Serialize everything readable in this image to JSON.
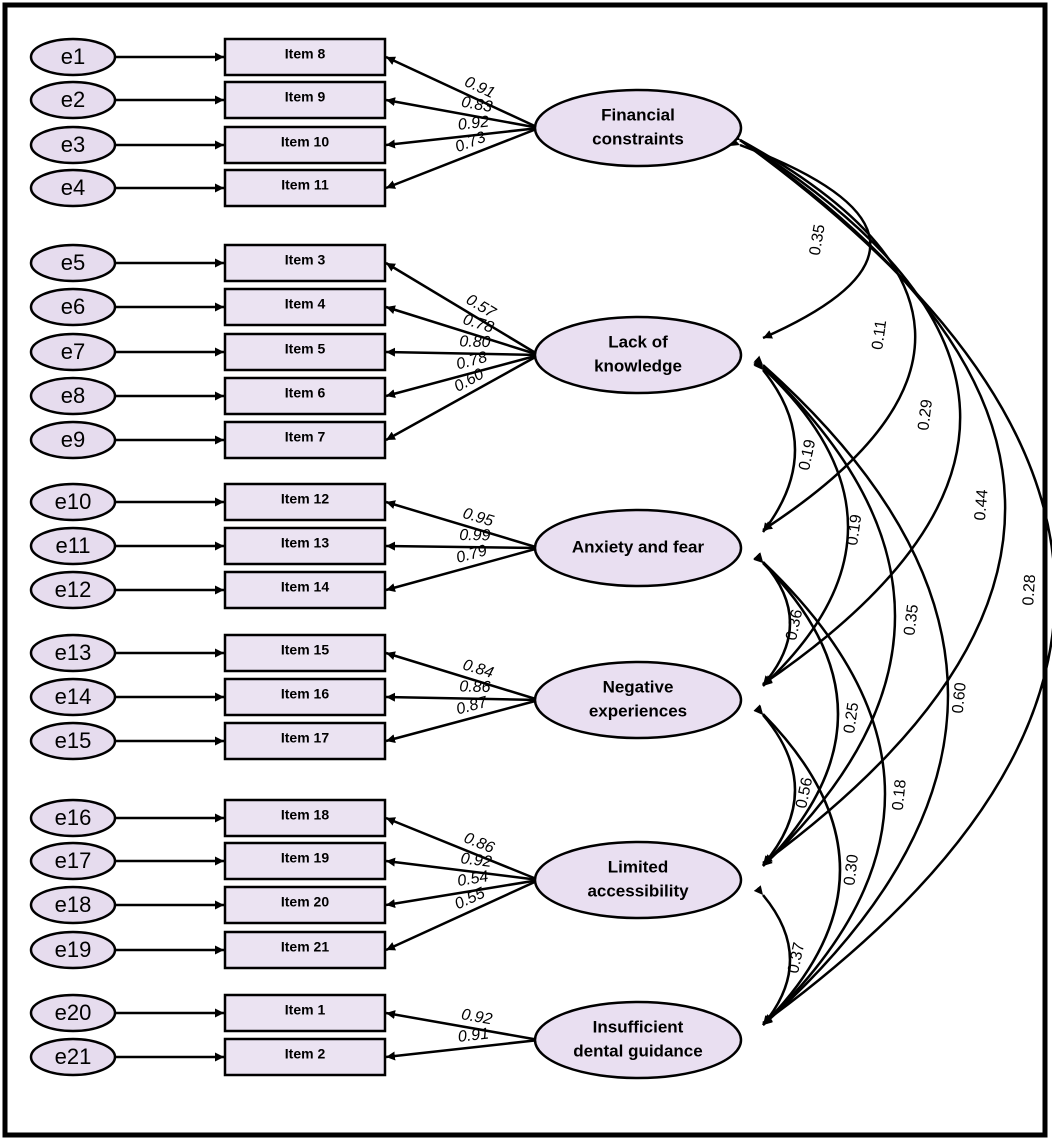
{
  "factors": [
    {
      "id": "fc",
      "lines": [
        "Financial",
        "constraints"
      ]
    },
    {
      "id": "lk",
      "lines": [
        "Lack of",
        "knowledge"
      ]
    },
    {
      "id": "af",
      "lines": [
        "Anxiety and fear"
      ]
    },
    {
      "id": "ne",
      "lines": [
        "Negative",
        "experiences"
      ]
    },
    {
      "id": "la",
      "lines": [
        "Limited",
        "accessibility"
      ]
    },
    {
      "id": "ig",
      "lines": [
        "Insufficient",
        "dental guidance"
      ]
    }
  ],
  "indicators": [
    {
      "error": "e1",
      "item": "Item 8",
      "factor": "fc",
      "loading": "0.91"
    },
    {
      "error": "e2",
      "item": "Item 9",
      "factor": "fc",
      "loading": "0.83"
    },
    {
      "error": "e3",
      "item": "Item 10",
      "factor": "fc",
      "loading": "0.92"
    },
    {
      "error": "e4",
      "item": "Item 11",
      "factor": "fc",
      "loading": "0.73"
    },
    {
      "error": "e5",
      "item": "Item 3",
      "factor": "lk",
      "loading": "0.57"
    },
    {
      "error": "e6",
      "item": "Item 4",
      "factor": "lk",
      "loading": "0.78"
    },
    {
      "error": "e7",
      "item": "Item 5",
      "factor": "lk",
      "loading": "0.80"
    },
    {
      "error": "e8",
      "item": "Item 6",
      "factor": "lk",
      "loading": "0.78"
    },
    {
      "error": "e9",
      "item": "Item 7",
      "factor": "lk",
      "loading": "0.60"
    },
    {
      "error": "e10",
      "item": "Item 12",
      "factor": "af",
      "loading": "0.95"
    },
    {
      "error": "e11",
      "item": "Item 13",
      "factor": "af",
      "loading": "0.99"
    },
    {
      "error": "e12",
      "item": "Item 14",
      "factor": "af",
      "loading": "0.79"
    },
    {
      "error": "e13",
      "item": "Item 15",
      "factor": "ne",
      "loading": "0.84"
    },
    {
      "error": "e14",
      "item": "Item 16",
      "factor": "ne",
      "loading": "0.86"
    },
    {
      "error": "e15",
      "item": "Item 17",
      "factor": "ne",
      "loading": "0.87"
    },
    {
      "error": "e16",
      "item": "Item 18",
      "factor": "la",
      "loading": "0.86"
    },
    {
      "error": "e17",
      "item": "Item 19",
      "factor": "la",
      "loading": "0.92"
    },
    {
      "error": "e18",
      "item": "Item 20",
      "factor": "la",
      "loading": "0.54"
    },
    {
      "error": "e19",
      "item": "Item 21",
      "factor": "la",
      "loading": "0.55"
    },
    {
      "error": "e20",
      "item": "Item 1",
      "factor": "ig",
      "loading": "0.92"
    },
    {
      "error": "e21",
      "item": "Item 2",
      "factor": "ig",
      "loading": "0.91"
    }
  ],
  "correlations": [
    {
      "from": "fc",
      "to": "lk",
      "value": "0.35"
    },
    {
      "from": "fc",
      "to": "af",
      "value": "0.11"
    },
    {
      "from": "fc",
      "to": "ne",
      "value": "0.29"
    },
    {
      "from": "fc",
      "to": "la",
      "value": "0.44"
    },
    {
      "from": "fc",
      "to": "ig",
      "value": "0.28"
    },
    {
      "from": "lk",
      "to": "af",
      "value": "0.19"
    },
    {
      "from": "lk",
      "to": "ne",
      "value": "0.19"
    },
    {
      "from": "lk",
      "to": "la",
      "value": "0.35"
    },
    {
      "from": "lk",
      "to": "ig",
      "value": "0.60"
    },
    {
      "from": "af",
      "to": "ne",
      "value": "0.36"
    },
    {
      "from": "af",
      "to": "la",
      "value": "0.25"
    },
    {
      "from": "af",
      "to": "ig",
      "value": "0.18"
    },
    {
      "from": "ne",
      "to": "la",
      "value": "0.56"
    },
    {
      "from": "ne",
      "to": "ig",
      "value": "0.30"
    },
    {
      "from": "la",
      "to": "ig",
      "value": "0.37"
    }
  ]
}
